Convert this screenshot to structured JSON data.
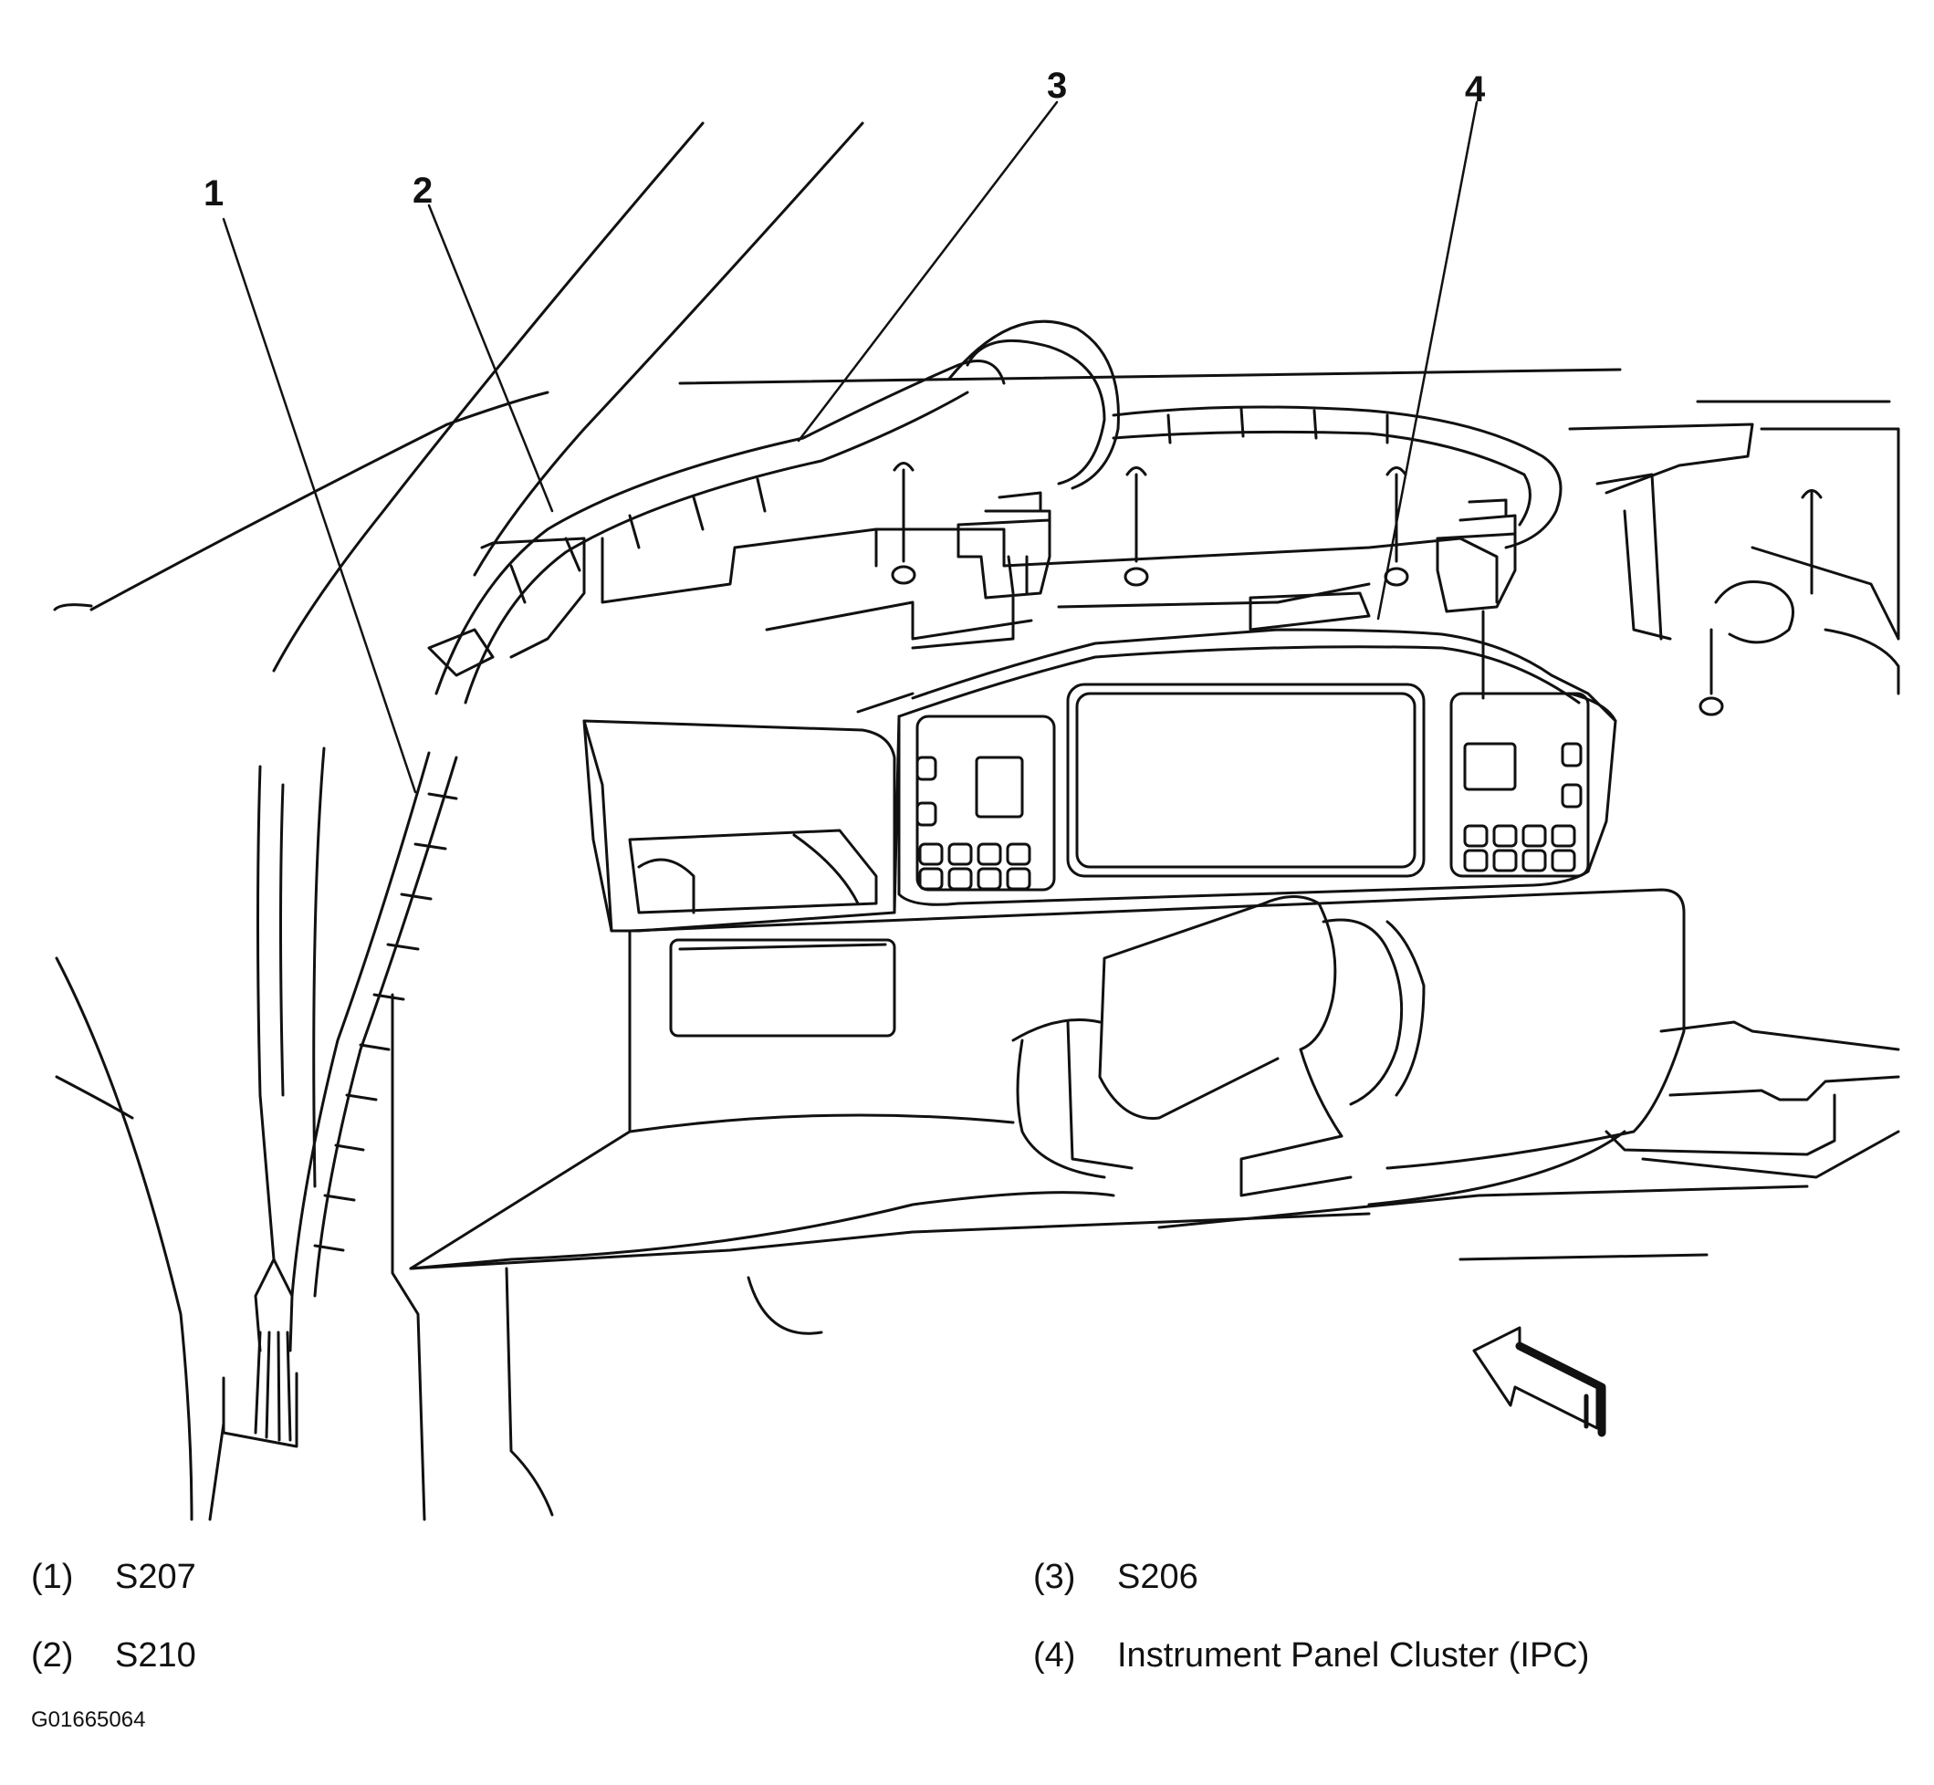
{
  "callouts": [
    "1",
    "2",
    "3",
    "4"
  ],
  "legend": [
    {
      "num": "(1)",
      "text": "S207"
    },
    {
      "num": "(2)",
      "text": "S210"
    },
    {
      "num": "(3)",
      "text": "S206"
    },
    {
      "num": "(4)",
      "text": "Instrument Panel Cluster (IPC)"
    }
  ],
  "figure_id": "G01665064",
  "colors": {
    "ink": "#111111",
    "background": "#ffffff"
  },
  "icons": [
    "view-direction-arrow-icon"
  ]
}
